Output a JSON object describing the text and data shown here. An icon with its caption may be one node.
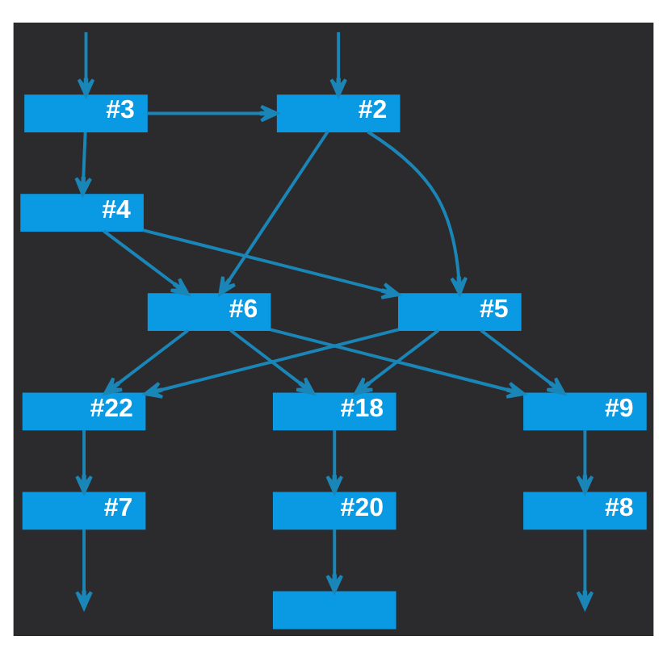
{
  "diagram": {
    "nodes": [
      {
        "text": [
          "#3"
        ]
      },
      {
        "text": [
          "#2"
        ]
      },
      {
        "text": [
          "#4"
        ]
      },
      {
        "text": [
          "#6"
        ]
      },
      {
        "text": [
          "#5"
        ]
      },
      {
        "text": [
          "#22"
        ]
      },
      {
        "text": [
          "#18"
        ]
      },
      {
        "text": [
          "#9"
        ]
      },
      {
        "text": [
          "#7"
        ]
      },
      {
        "text": [
          "#20"
        ]
      },
      {
        "text": [
          "#8"
        ]
      },
      {
        "text": [],
        "shape": "box"
      }
    ],
    "edges": [
      {
        "from": null,
        "to": 0,
        "arrow": "to"
      },
      {
        "from": null,
        "to": 1,
        "arrow": "to"
      },
      {
        "from": 0,
        "to": 1,
        "arrow": "to"
      },
      {
        "from": 0,
        "to": 2,
        "arrow": "to"
      },
      {
        "from": 1,
        "to": 3,
        "arrow": "to"
      },
      {
        "from": 1,
        "to": 4,
        "arrow": "to"
      },
      {
        "from": 2,
        "to": 3,
        "arrow": "to"
      },
      {
        "from": 2,
        "to": 4,
        "arrow": "to"
      },
      {
        "from": 3,
        "to": 5,
        "arrow": "to"
      },
      {
        "from": 3,
        "to": 6,
        "arrow": "to"
      },
      {
        "from": 3,
        "to": 7,
        "arrow": "to"
      },
      {
        "from": 4,
        "to": 5,
        "arrow": "to"
      },
      {
        "from": 4,
        "to": 6,
        "arrow": "to"
      },
      {
        "from": 4,
        "to": 7,
        "arrow": "to"
      },
      {
        "from": 5,
        "to": 8,
        "arrow": "to"
      },
      {
        "from": 6,
        "to": 9,
        "arrow": "to"
      },
      {
        "from": 7,
        "to": 10,
        "arrow": "to"
      },
      {
        "from": 8,
        "to": null,
        "arrow": "to"
      },
      {
        "from": 9,
        "to": 11,
        "arrow": "to"
      },
      {
        "from": 10,
        "to": null,
        "arrow": "to"
      }
    ]
  }
}
